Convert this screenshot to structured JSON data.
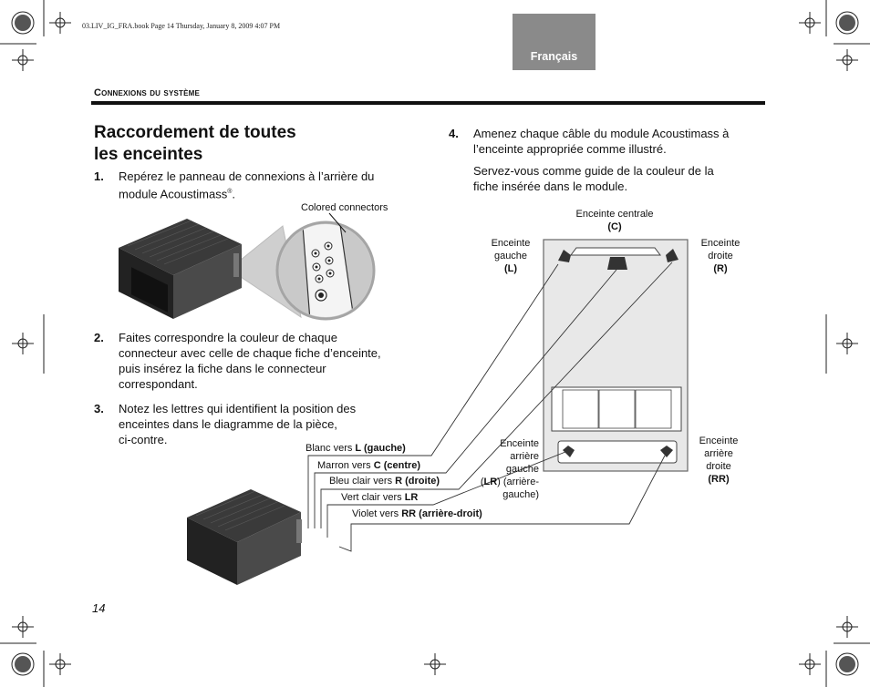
{
  "print_header": "03.LIV_IG_FRA.book  Page 14  Thursday, January 8, 2009  4:07 PM",
  "language_tab": "Français",
  "section_header": "Connexions du système",
  "title_line1": "Raccordement de toutes",
  "title_line2": "les enceintes",
  "steps": [
    {
      "num": "1.",
      "lines": [
        "Repérez le panneau de connexions à l’arrière du",
        "module Acoustimass"
      ],
      "sup": "®",
      "tail": "."
    },
    {
      "num": "2.",
      "lines": [
        "Faites correspondre la couleur de chaque",
        "connecteur avec celle de chaque fiche d’enceinte,",
        "puis insérez la fiche dans le connecteur",
        "correspondant."
      ]
    },
    {
      "num": "3.",
      "lines": [
        "Notez les lettres qui identifient la position des",
        "enceintes dans le diagramme de la pièce,",
        "ci-contre."
      ]
    },
    {
      "num": "4.",
      "lines": [
        "Amenez chaque câble du module Acoustimass à",
        "l’enceinte appropriée comme illustré."
      ],
      "extra": [
        "Servez-vous comme guide de la couleur de la",
        "fiche insérée dans le module."
      ]
    }
  ],
  "colored_connectors_label": "Colored connectors",
  "cables": [
    {
      "prefix": "Blanc vers ",
      "bold": "L (gauche)"
    },
    {
      "prefix": "Marron vers ",
      "bold": "C (centre)"
    },
    {
      "prefix": "Bleu clair vers ",
      "bold": "R (droite)"
    },
    {
      "prefix": "Vert clair vers ",
      "bold": "LR"
    },
    {
      "prefix": "Violet vers ",
      "bold": "RR (arrière-droit)"
    }
  ],
  "speakers": {
    "center": {
      "line1": "Enceinte centrale",
      "code": "(C)"
    },
    "left": {
      "line1": "Enceinte",
      "line2": "gauche",
      "code": "(L)"
    },
    "right": {
      "line1": "Enceinte",
      "line2": "droite",
      "code": "(R)"
    },
    "rear_left": {
      "line1": "Enceinte",
      "line2": "arrière",
      "line3": "gauche",
      "code": "LR",
      "tail1": ") (arrière-",
      "tail2": "gauche)"
    },
    "rear_right": {
      "line1": "Enceinte",
      "line2": "arrière",
      "line3": "droite",
      "code": "(RR)"
    }
  },
  "page_number": "14",
  "colors": {
    "tab": "#8a8a8a",
    "room_fill": "#e8e8e8",
    "ink": "#111111"
  }
}
